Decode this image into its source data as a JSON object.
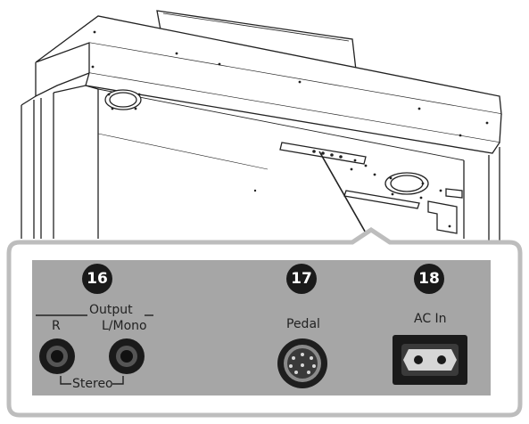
{
  "callouts": {
    "output": {
      "number": "16",
      "group_label": "Output",
      "jack_r": "R",
      "jack_l": "L/Mono",
      "stereo_label": "Stereo"
    },
    "pedal": {
      "number": "17",
      "label": "Pedal"
    },
    "ac_in": {
      "number": "18",
      "label": "AC In"
    }
  },
  "colors": {
    "panel": "#a6a6a6",
    "frame": "#bdbdbd",
    "badge": "#1a1a1a",
    "line": "#222222"
  }
}
